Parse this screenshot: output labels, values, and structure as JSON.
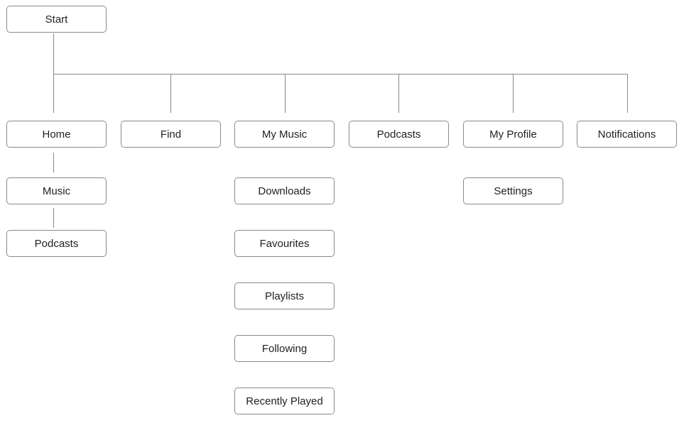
{
  "diagram": {
    "start": "Start",
    "top_level": {
      "home": "Home",
      "find": "Find",
      "my_music": "My Music",
      "podcasts": "Podcasts",
      "my_profile": "My Profile",
      "notifications": "Notifications"
    },
    "home_children": {
      "music": "Music",
      "podcasts": "Podcasts"
    },
    "my_music_children": {
      "downloads": "Downloads",
      "favourites": "Favourites",
      "playlists": "Playlists",
      "following": "Following",
      "recently_played": "Recently Played"
    },
    "my_profile_children": {
      "settings": "Settings"
    }
  },
  "colors": {
    "line": "#8a8a8a",
    "border": "#8a8a8a",
    "text": "#222222",
    "background": "#ffffff"
  }
}
